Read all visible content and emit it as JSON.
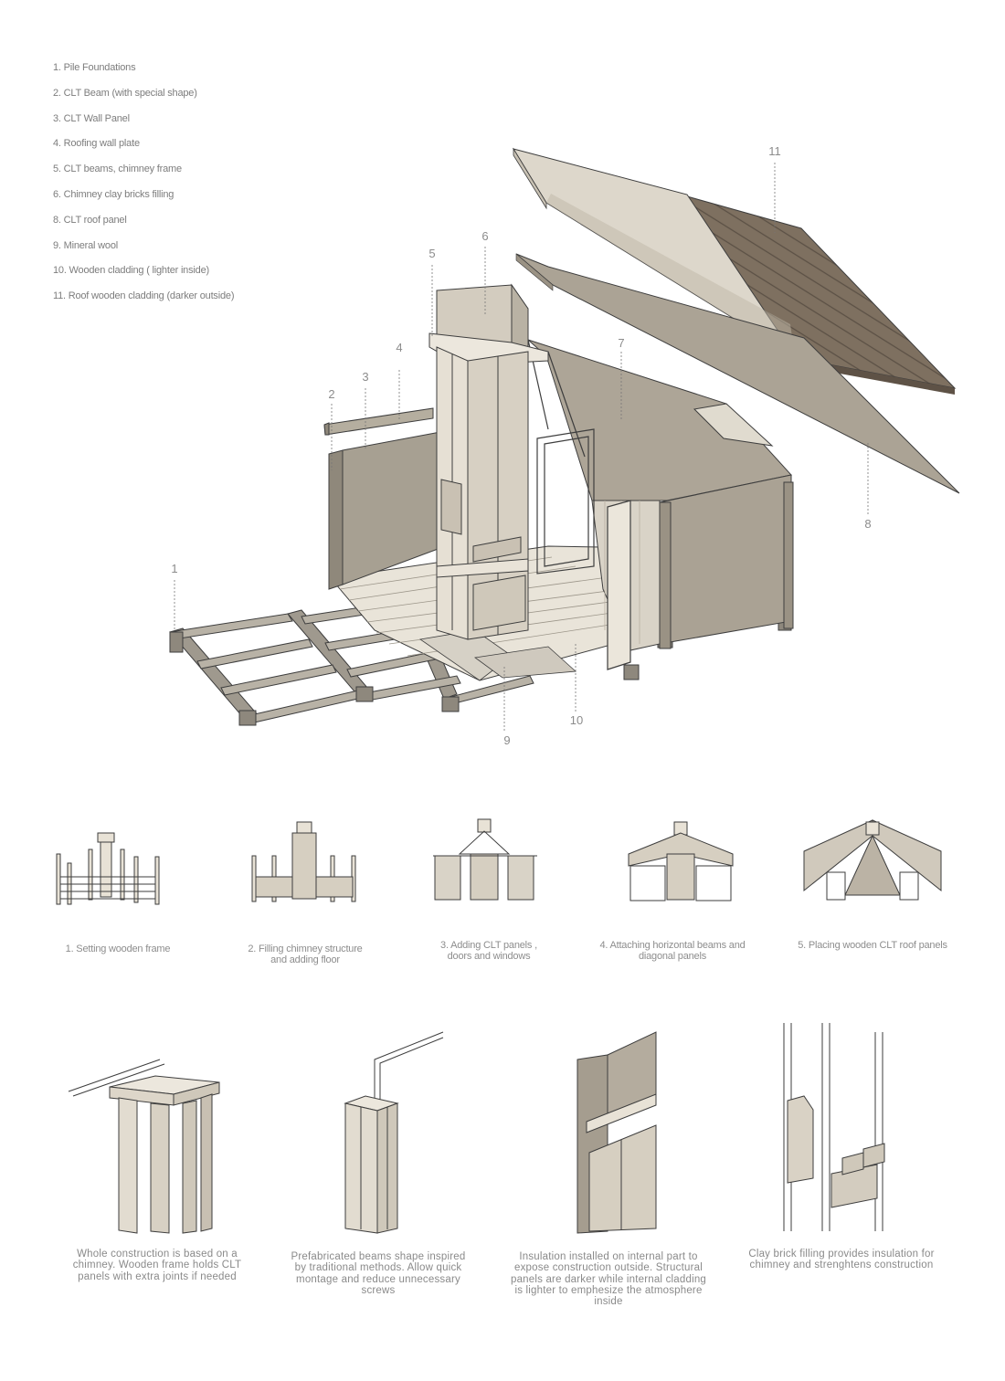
{
  "legend": [
    "1. Pile Foundations",
    "2. CLT Beam (with special shape)",
    "3. CLT Wall Panel",
    "4. Roofing wall plate",
    "5. CLT beams,  chimney frame",
    "6. Chimney  clay  bricks filling",
    "8. CLT roof panel",
    "9. Mineral wool",
    "10. Wooden cladding ( lighter inside)",
    "11. Roof wooden cladding (darker outside)"
  ],
  "callouts": [
    "1",
    "2",
    "3",
    "4",
    "5",
    "6",
    "7",
    "8",
    "9",
    "10",
    "11"
  ],
  "steps": [
    {
      "caption": "1. Setting wooden frame"
    },
    {
      "caption": "2. Filling chimney structure and adding floor"
    },
    {
      "caption": "3. Adding CLT panels , doors and windows"
    },
    {
      "caption": "4. Attaching horizontal beams and diagonal panels"
    },
    {
      "caption": "5. Placing wooden CLT roof panels"
    }
  ],
  "details": [
    {
      "caption": "Whole construction is based on a chimney. Wooden frame holds CLT panels with extra joints if needed"
    },
    {
      "caption": "Prefabricated beams shape inspired by traditional methods. Allow quick montage and reduce unnecessary screws"
    },
    {
      "caption": "Insulation installed on internal part to expose construction outside. Structural panels are darker while internal cladding is lighter  to emphesize the atmosphere inside"
    },
    {
      "caption": "Clay brick filling provides insulation for chimney and strenghtens construction"
    }
  ],
  "colors": {
    "clt_panel": "#b0a89b",
    "clt_light": "#e3ddd0",
    "cladding_dark": "#7e7060",
    "foundation": "#8e887d",
    "outline": "#4a4a4a",
    "text": "#8a8a8a"
  }
}
